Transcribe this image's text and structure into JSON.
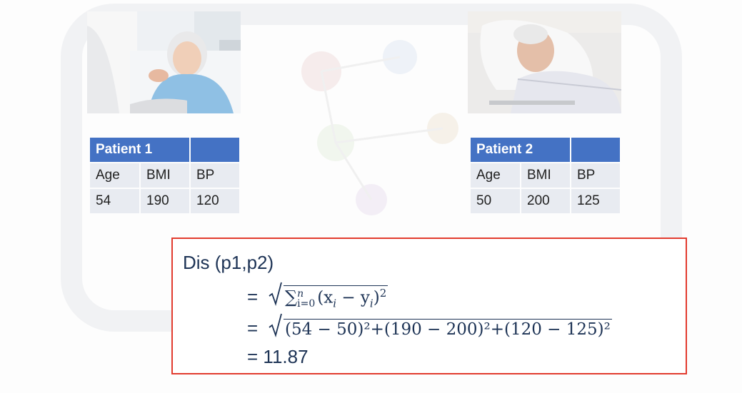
{
  "patient1": {
    "header": "Patient 1",
    "columns": [
      "Age",
      "BMI",
      "BP"
    ],
    "values": [
      "54",
      "190",
      "120"
    ]
  },
  "patient2": {
    "header": "Patient 2",
    "columns": [
      "Age",
      "BMI",
      "BP"
    ],
    "values": [
      "50",
      "200",
      "125"
    ]
  },
  "formula": {
    "title": "Dis (p1,p2)",
    "equals": "=",
    "sum_upper": "n",
    "sum_lower": "i=0",
    "sum_term": "(x",
    "sub_i": "i",
    "minus_y": " − y",
    "close_paren": ")",
    "exp2": "2",
    "numeric_expr": "(54 − 50)²+(190 − 200)²+(120 − 125)²",
    "result": "= 11.87"
  },
  "colors": {
    "table_header": "#4472c4",
    "table_cell": "#e8ebf1",
    "box_border": "#e23b2e",
    "formula_text": "#1d3355"
  }
}
